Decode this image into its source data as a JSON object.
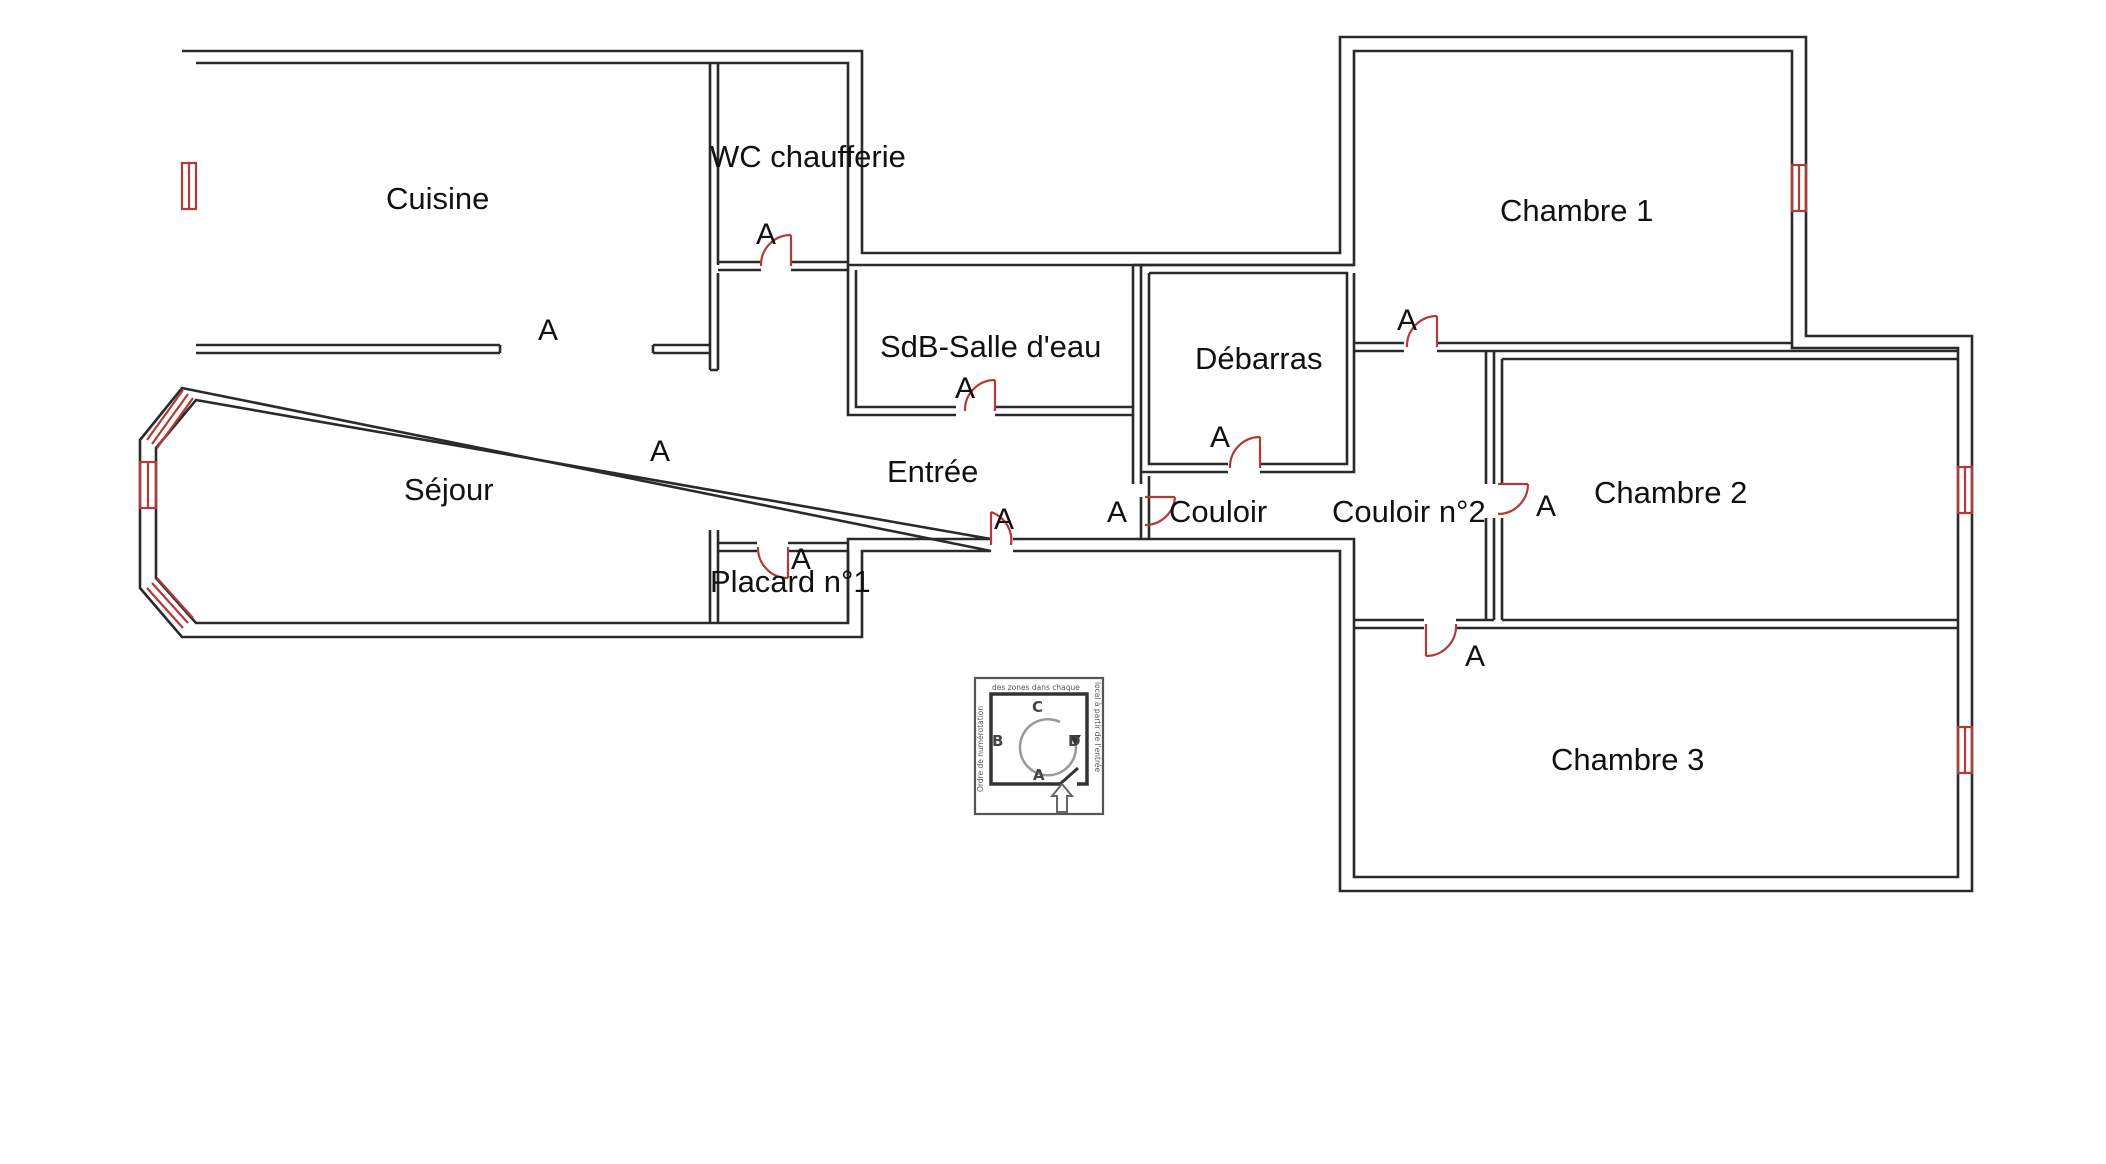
{
  "rooms": {
    "cuisine": "Cuisine",
    "wc": "WC chaufferie",
    "sejour": "Séjour",
    "sdb": "SdB-Salle d'eau",
    "debarras": "Débarras",
    "entree": "Entrée",
    "couloir": "Couloir",
    "couloir2": "Couloir n°2",
    "placard": "Placard n°1",
    "chambre1": "Chambre 1",
    "chambre2": "Chambre 2",
    "chambre3": "Chambre 3"
  },
  "marker": "A",
  "legend": {
    "top_text": "des zones dans chaque",
    "left_text": "Ordre de numérotation",
    "right_text": "local à partir de l'entrée",
    "a": "A",
    "b": "B",
    "c": "C",
    "d": "D"
  },
  "colors": {
    "wall": "#2a2a2a",
    "window": "#b23a3a",
    "door": "#b23a3a"
  }
}
